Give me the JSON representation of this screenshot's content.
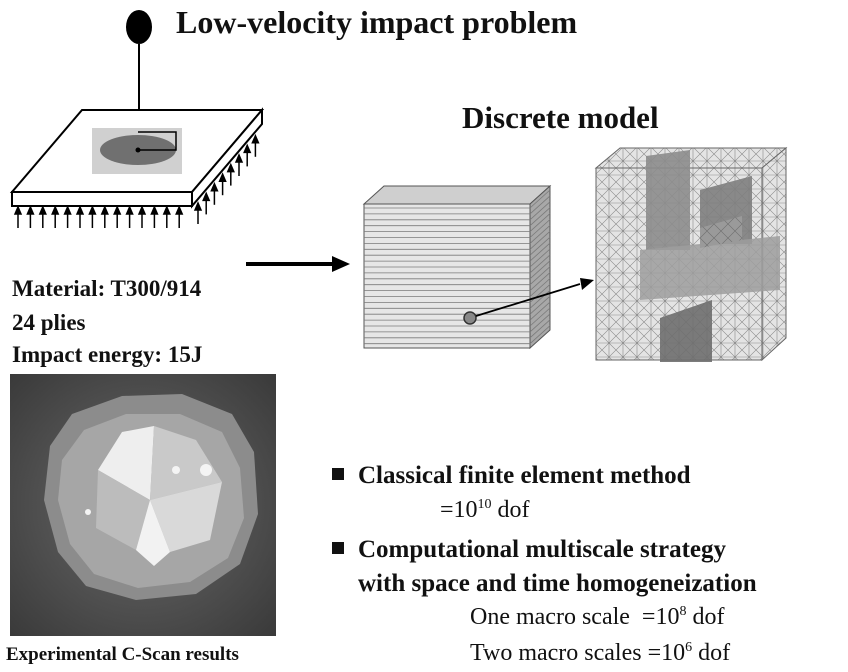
{
  "title": "Low-velocity impact problem",
  "discrete_model_label": "Discrete model",
  "material": {
    "line1": "Material: T300/914",
    "line2": "24 plies",
    "line3": "Impact energy: 15J"
  },
  "cscan_caption": "Experimental C-Scan results",
  "methods": {
    "classical": {
      "label": "Classical finite element method",
      "dof_prefix": "=10",
      "dof_exp": "10",
      "dof_suffix": " dof"
    },
    "multiscale": {
      "label_line1": "Computational multiscale strategy",
      "label_line2": "with space and time homogeneization",
      "one_macro_prefix": "One macro scale  =10",
      "one_macro_exp": "8",
      "one_macro_suffix": " dof",
      "two_macro_prefix": "Two macro scales =10",
      "two_macro_exp": "6",
      "two_macro_suffix": " dof"
    }
  }
}
